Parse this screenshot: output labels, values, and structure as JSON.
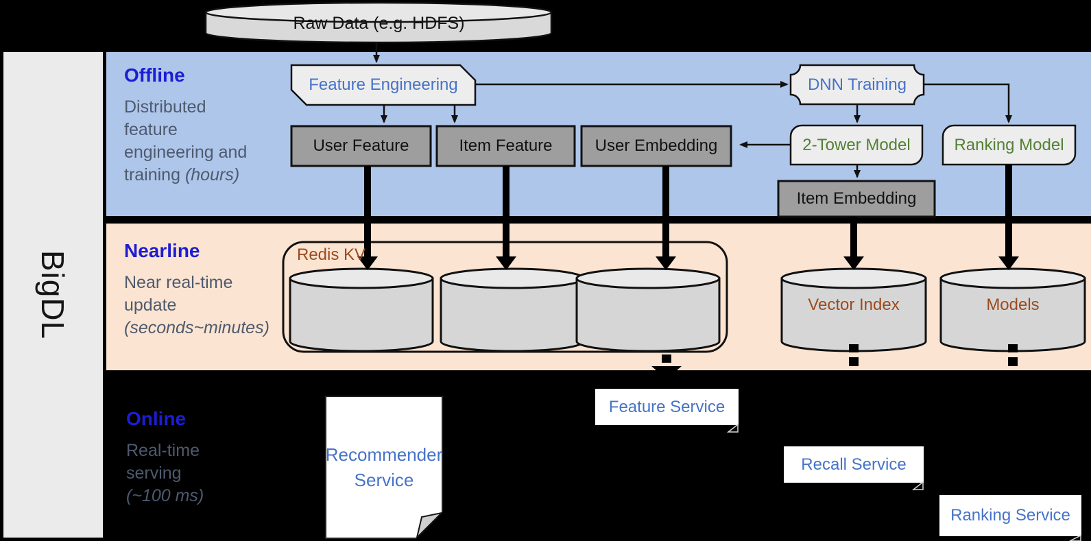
{
  "sidebar": {
    "label": "BigDL"
  },
  "data_source": {
    "label": "Raw Data (e.g. HDFS)"
  },
  "sections": {
    "offline": {
      "title": "Offline",
      "line1": "Distributed",
      "line2": "feature",
      "line3": "engineering and",
      "line4_normal": "training ",
      "line4_italic": "(hours)"
    },
    "nearline": {
      "title": "Nearline",
      "line1": "Near real-time",
      "line2": "update",
      "line3_italic": "(seconds~minutes)"
    },
    "online": {
      "title": "Online",
      "line1": "Real-time",
      "line2": "serving",
      "line3_italic": "(~100 ms)"
    }
  },
  "nodes": {
    "feature_engineering": "Feature Engineering",
    "dnn_training": "DNN Training",
    "user_feature": "User Feature",
    "item_feature": "Item Feature",
    "user_embedding": "User Embedding",
    "two_tower_model": "2-Tower Model",
    "ranking_model": "Ranking Model",
    "item_embedding": "Item Embedding",
    "redis_kv": "Redis KV",
    "vector_index": "Vector Index",
    "models": "Models",
    "recommender_service_line1": "Recommender",
    "recommender_service_line2": "Service",
    "feature_service": "Feature Service",
    "recall_service": "Recall Service",
    "ranking_service": "Ranking Service"
  },
  "colors": {
    "offline_band": "#aec6ea",
    "nearline_band": "#fbe4d1",
    "section_title_blue": "#1d1dd2",
    "description_slate": "#4e5a6e",
    "node_text_blue": "#4673c8",
    "model_text_green": "#538135",
    "store_text_brown": "#9c4a1e"
  }
}
